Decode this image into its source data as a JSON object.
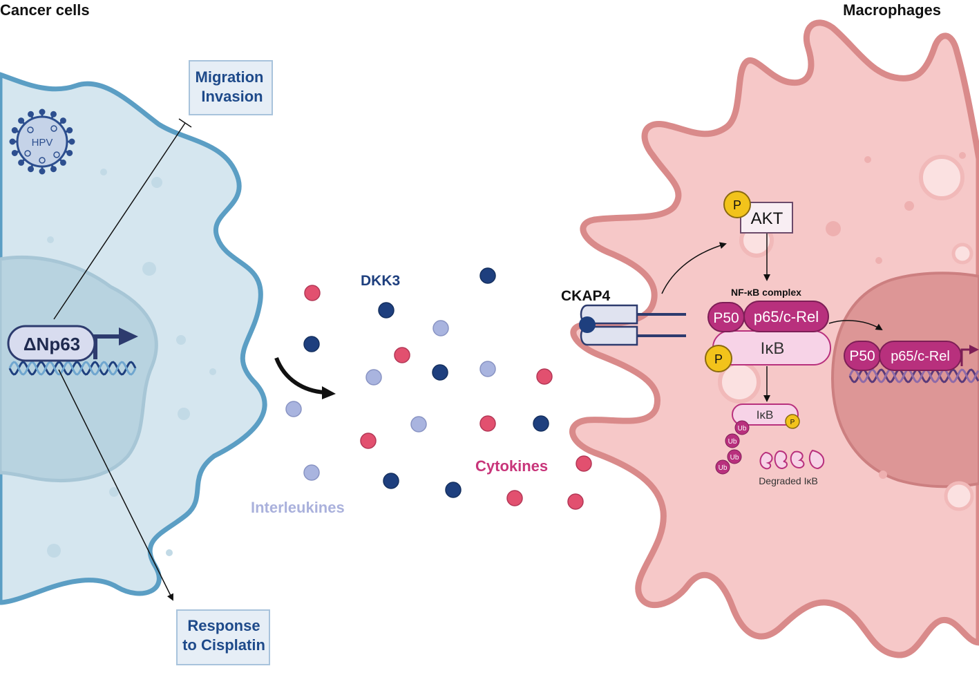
{
  "titles": {
    "left": "Cancer cells",
    "right": "Macrophages"
  },
  "cancer_cell": {
    "virus": "HPV",
    "gene": "ΔNp63",
    "outcome_inhibited": {
      "line1": "Migration",
      "line2": "Invasion"
    },
    "outcome_promoted": {
      "line1": "Response",
      "line2": "to Cisplatin"
    }
  },
  "secreted": {
    "dkk3": "DKK3",
    "cytokines": "Cytokines",
    "interleukines": "Interleukines"
  },
  "macrophage": {
    "receptor": "CKAP4",
    "akt": "AKT",
    "phospho": "P",
    "nfkb_complex": "NF-κB complex",
    "p50": "P50",
    "p65": "p65/c-Rel",
    "ikb": "IκB",
    "ub": "Ub",
    "degraded": "Degraded IκB"
  },
  "colors": {
    "cancer_membrane": "#5b9ec4",
    "cancer_fill": "#d5e6ef",
    "macrophage_membrane": "#d98a8a",
    "macrophage_fill": "#f6c8c8",
    "dkk3_dot": "#1e3f7e",
    "cytokine_dot": "#e2506f",
    "interleukine_dot": "#a9b4df",
    "complex_magenta": "#b8307d",
    "phospho_yellow": "#f2c31b"
  }
}
